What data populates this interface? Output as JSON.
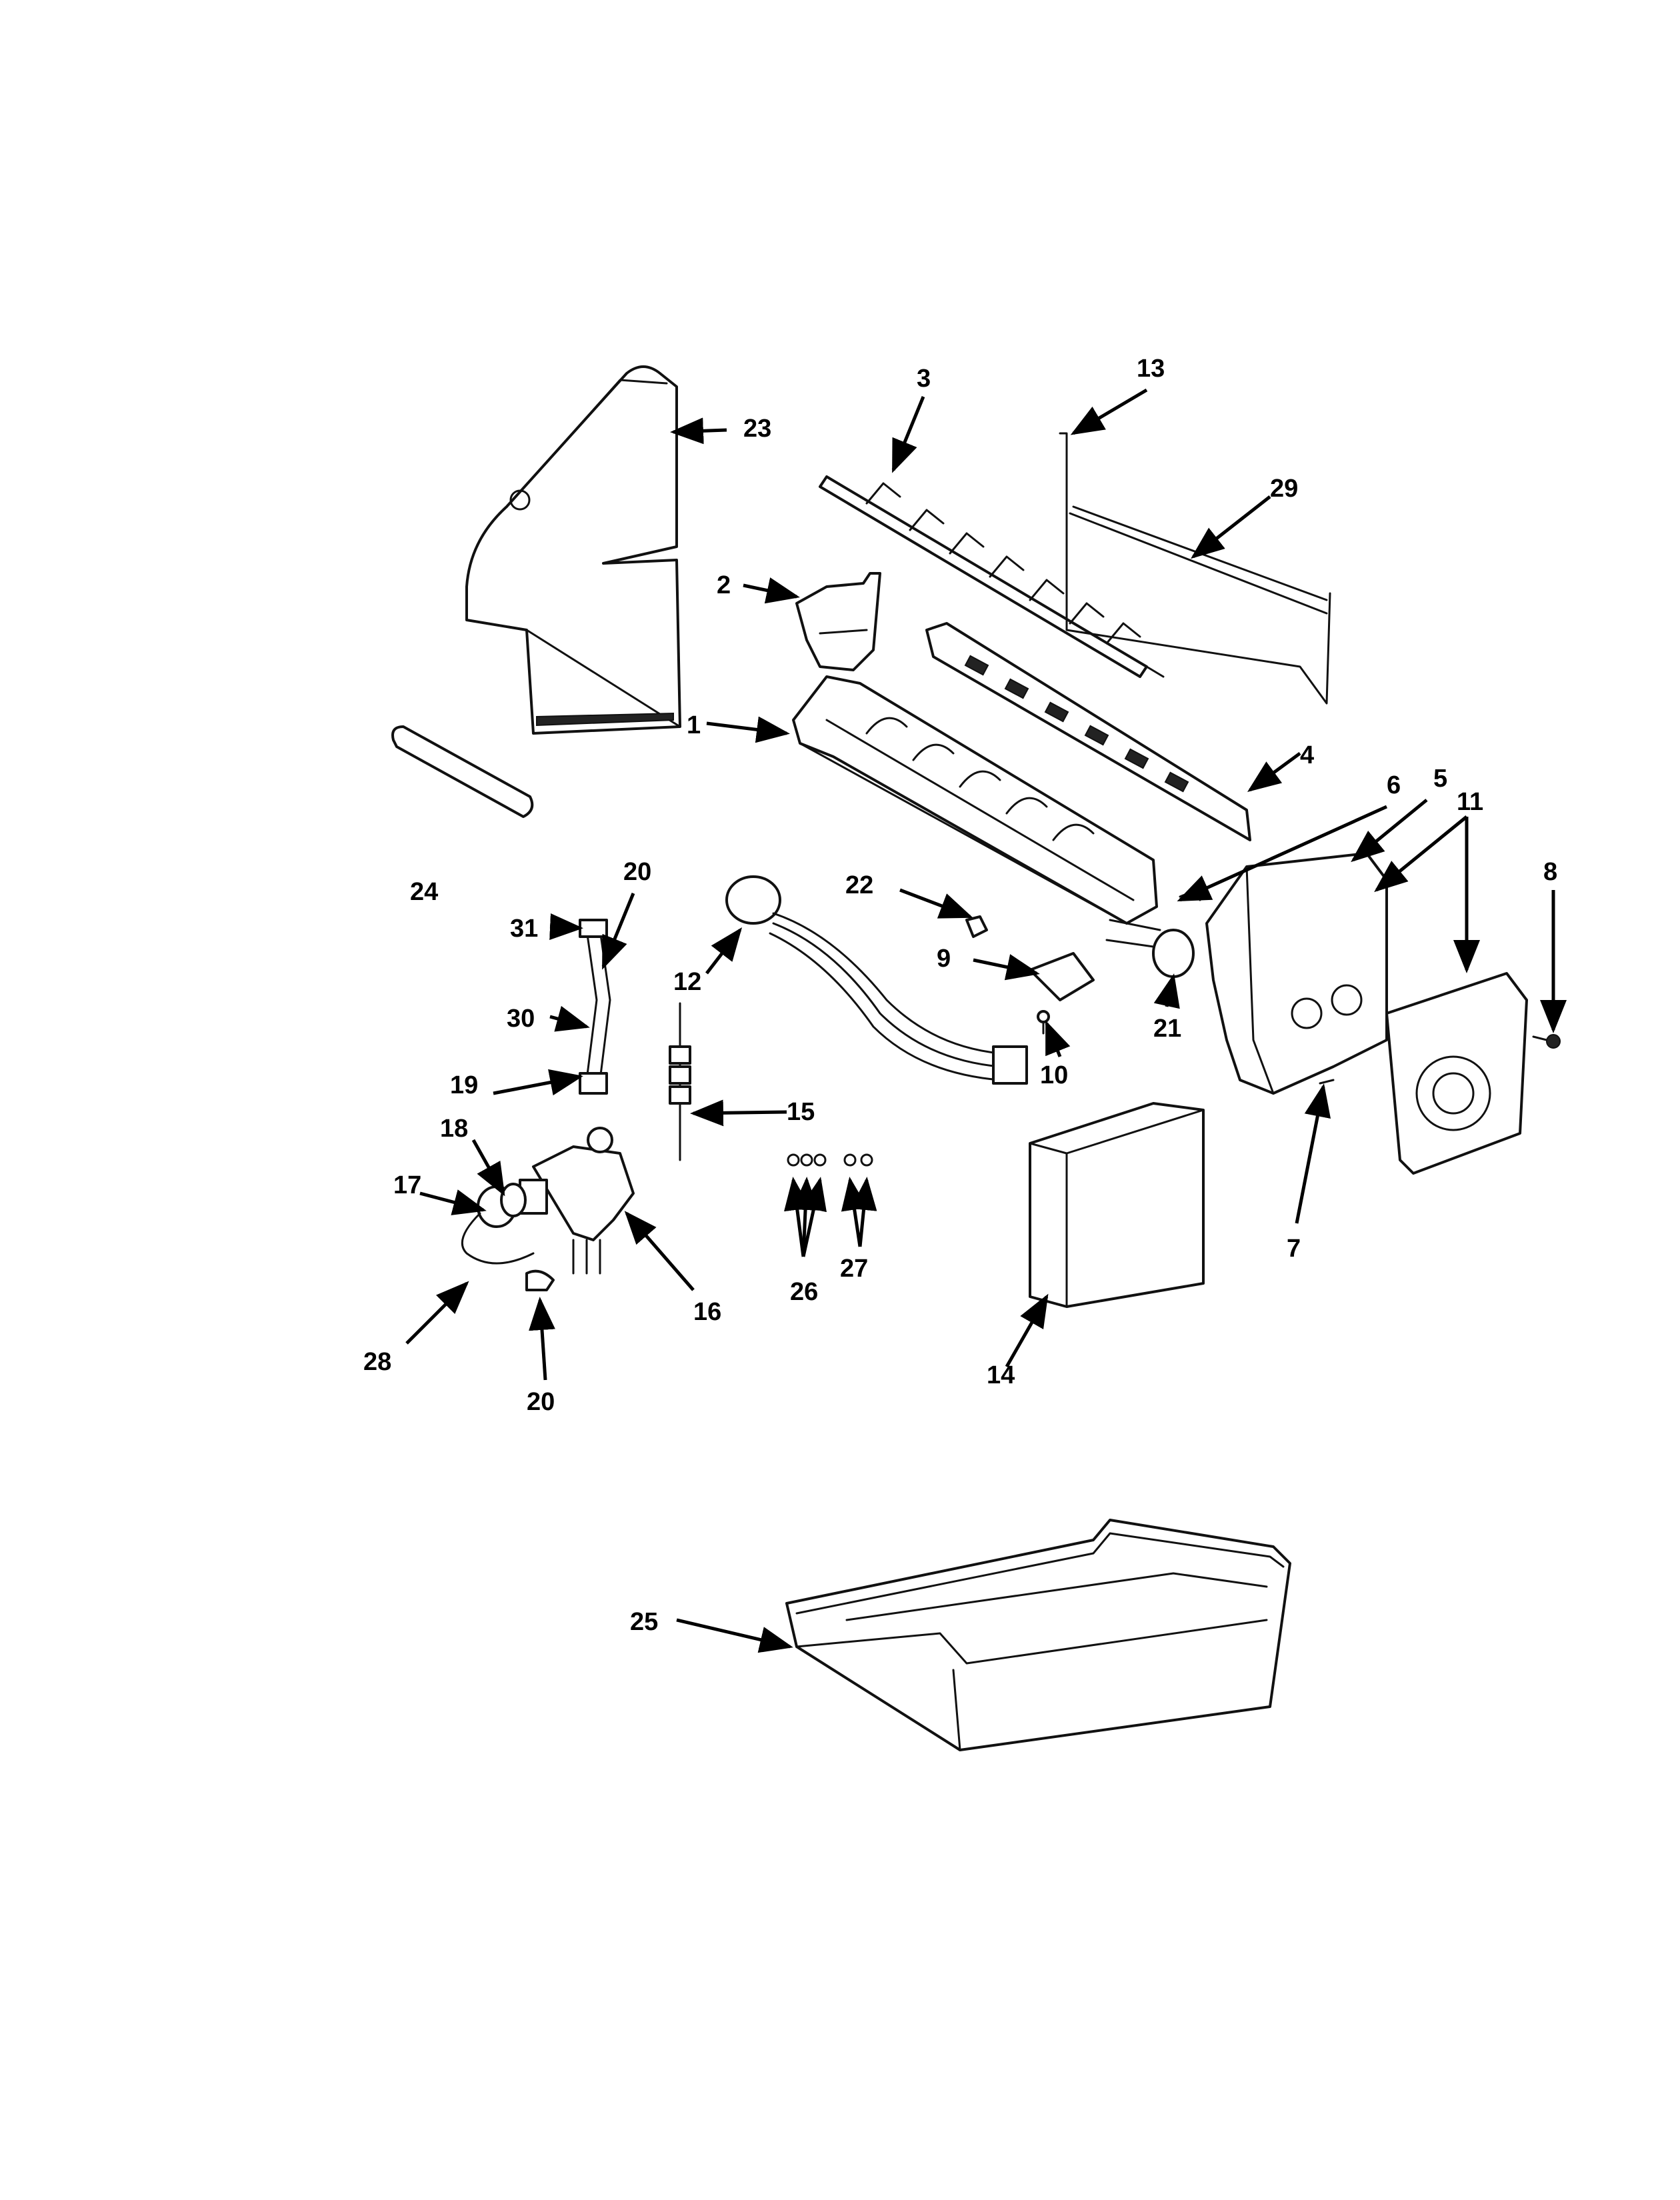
{
  "callouts": [
    {
      "id": "c1",
      "text": "1"
    },
    {
      "id": "c2",
      "text": "2"
    },
    {
      "id": "c3",
      "text": "3"
    },
    {
      "id": "c4",
      "text": "4"
    },
    {
      "id": "c5",
      "text": "5"
    },
    {
      "id": "c6",
      "text": "6"
    },
    {
      "id": "c7",
      "text": "7"
    },
    {
      "id": "c8",
      "text": "8"
    },
    {
      "id": "c9",
      "text": "9"
    },
    {
      "id": "c10",
      "text": "10"
    },
    {
      "id": "c11",
      "text": "11"
    },
    {
      "id": "c12",
      "text": "12"
    },
    {
      "id": "c13",
      "text": "13"
    },
    {
      "id": "c14",
      "text": "14"
    },
    {
      "id": "c15",
      "text": "15"
    },
    {
      "id": "c16",
      "text": "16"
    },
    {
      "id": "c17",
      "text": "17"
    },
    {
      "id": "c18",
      "text": "18"
    },
    {
      "id": "c19",
      "text": "19"
    },
    {
      "id": "c20a",
      "text": "20"
    },
    {
      "id": "c20b",
      "text": "20"
    },
    {
      "id": "c21",
      "text": "21"
    },
    {
      "id": "c22",
      "text": "22"
    },
    {
      "id": "c23",
      "text": "23"
    },
    {
      "id": "c24",
      "text": "24"
    },
    {
      "id": "c25",
      "text": "25"
    },
    {
      "id": "c26",
      "text": "26"
    },
    {
      "id": "c27",
      "text": "27"
    },
    {
      "id": "c28",
      "text": "28"
    },
    {
      "id": "c29",
      "text": "29"
    },
    {
      "id": "c30",
      "text": "30"
    },
    {
      "id": "c31",
      "text": "31"
    }
  ]
}
